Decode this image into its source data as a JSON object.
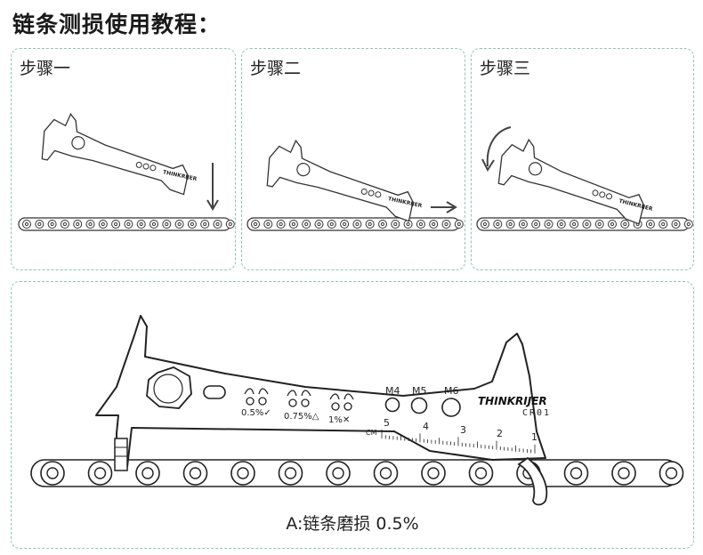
{
  "page_title": "链条测损使用教程：",
  "steps": [
    {
      "label": "步骤一"
    },
    {
      "label": "步骤二"
    },
    {
      "label": "步骤三"
    }
  ],
  "tool": {
    "brand": "THINKRIJER",
    "model": "CR01",
    "hole_labels": [
      "M4",
      "M5",
      "M6"
    ],
    "wear_marks": [
      "0.5%✓",
      "0.75%△",
      "1%✕"
    ],
    "ruler_unit": "CM",
    "ruler_numbers": [
      "5",
      "4",
      "3",
      "2",
      "1"
    ]
  },
  "caption": "A:链条磨损 0.5%"
}
